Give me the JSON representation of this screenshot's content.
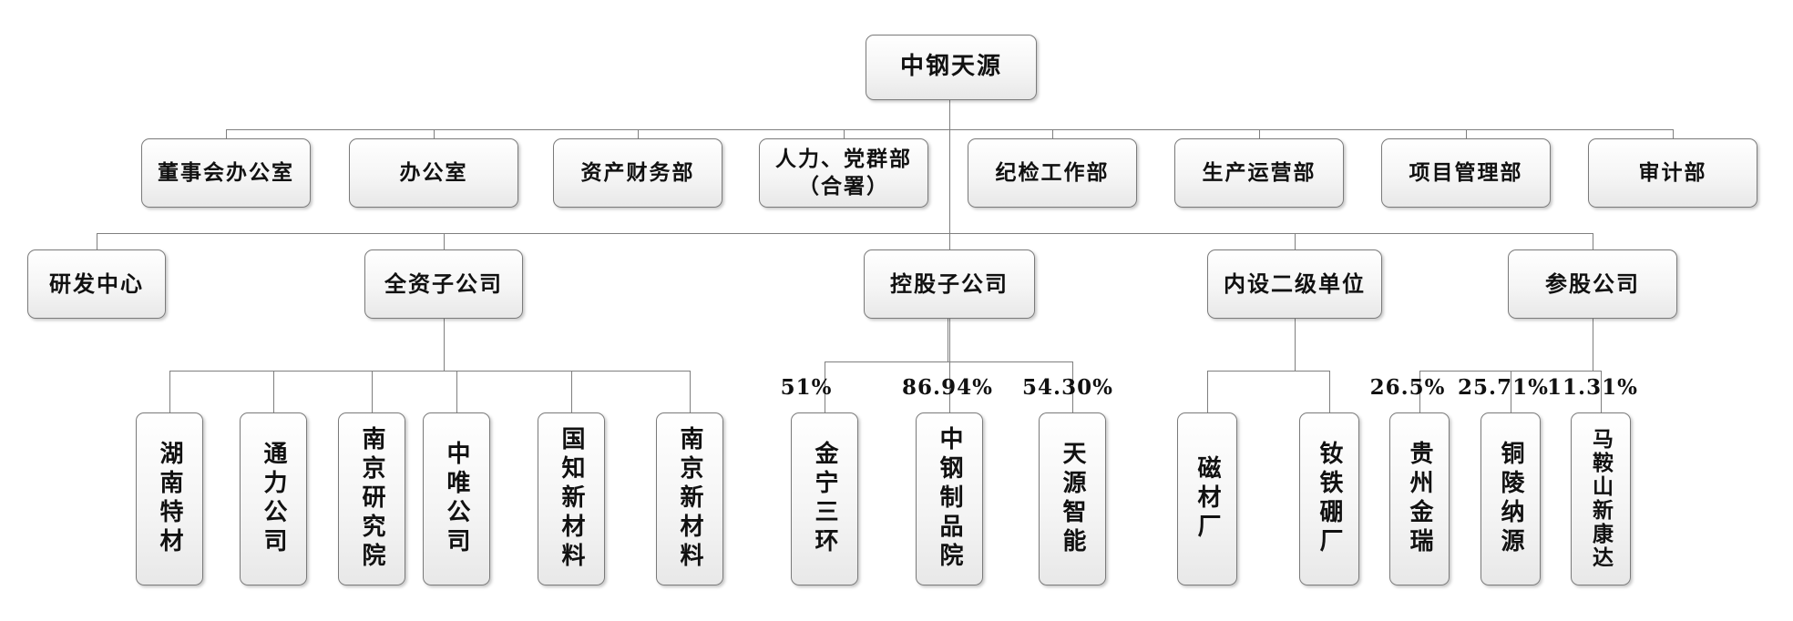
{
  "colors": {
    "line": "#7f7f7f",
    "box_border": "#7a7a7a",
    "text": "#111111"
  },
  "org": {
    "root": {
      "label": "中钢天源"
    },
    "departments": [
      {
        "label": "董事会办公室"
      },
      {
        "label": "办公室"
      },
      {
        "label": "资产财务部"
      },
      {
        "label": "人力、党群部\n（合署）"
      },
      {
        "label": "纪检工作部"
      },
      {
        "label": "生产运营部"
      },
      {
        "label": "项目管理部"
      },
      {
        "label": "审计部"
      }
    ],
    "groups": {
      "rd": {
        "label": "研发中心"
      },
      "wholly_owned": {
        "label": "全资子公司",
        "children": [
          {
            "label": "湖南特材"
          },
          {
            "label": "通力公司"
          },
          {
            "label": "南京研究院"
          },
          {
            "label": "中唯公司"
          },
          {
            "label": "国知新材料"
          },
          {
            "label": "南京新材料"
          }
        ]
      },
      "holding": {
        "label": "控股子公司",
        "children": [
          {
            "label": "金宁三环",
            "share": "51%"
          },
          {
            "label": "中钢制品院",
            "share": "86.94%"
          },
          {
            "label": "天源智能",
            "share": "54.30%"
          }
        ]
      },
      "internal": {
        "label": "内设二级单位",
        "children": [
          {
            "label": "磁材厂"
          },
          {
            "label": "钕铁硼厂"
          }
        ]
      },
      "equity": {
        "label": "参股公司",
        "children": [
          {
            "label": "贵州金瑞",
            "share": "26.5%"
          },
          {
            "label": "铜陵纳源",
            "share": "25.71%"
          },
          {
            "label": "马鞍山新康达",
            "share": "11.31%"
          }
        ]
      }
    }
  }
}
